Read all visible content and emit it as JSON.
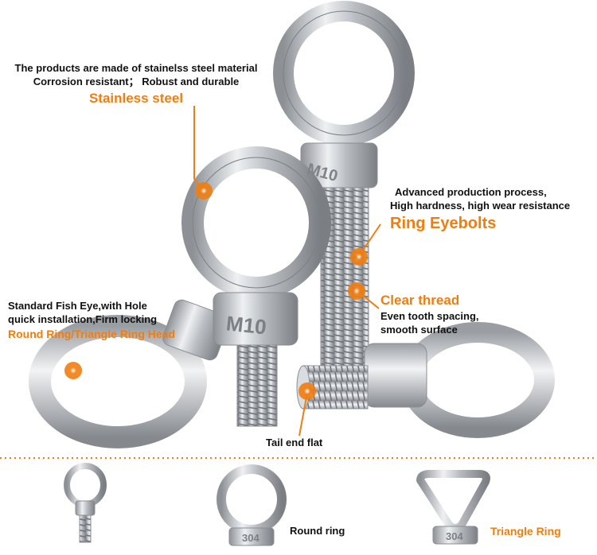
{
  "callouts": {
    "stainless": {
      "line1": "The products are made of stainelss steel material",
      "line2": "Corrosion resistant； Robust and durable",
      "heading": "Stainless steel"
    },
    "eyebolts": {
      "line1": "Advanced production process,",
      "line2": "High hardness, high wear resistance",
      "heading": "Ring Eyebolts"
    },
    "thread": {
      "heading": "Clear thread",
      "line1": "Even tooth spacing,",
      "line2": "smooth surface"
    },
    "head": {
      "line1": "Standard Fish Eye,with Hole",
      "line2": "quick installation,Firm locking",
      "heading": "Round Ring/Triangle Ring Head"
    },
    "tail": {
      "label": "Tail end flat"
    }
  },
  "stamps": {
    "size_back": "M10",
    "size_front": "M10",
    "grade": "304"
  },
  "bottom": {
    "round_caption": "Round ring",
    "triangle_caption": "Triangle Ring"
  },
  "colors": {
    "accent": "#f07d10",
    "steel": "#c9ccd0",
    "text": "#111111"
  }
}
